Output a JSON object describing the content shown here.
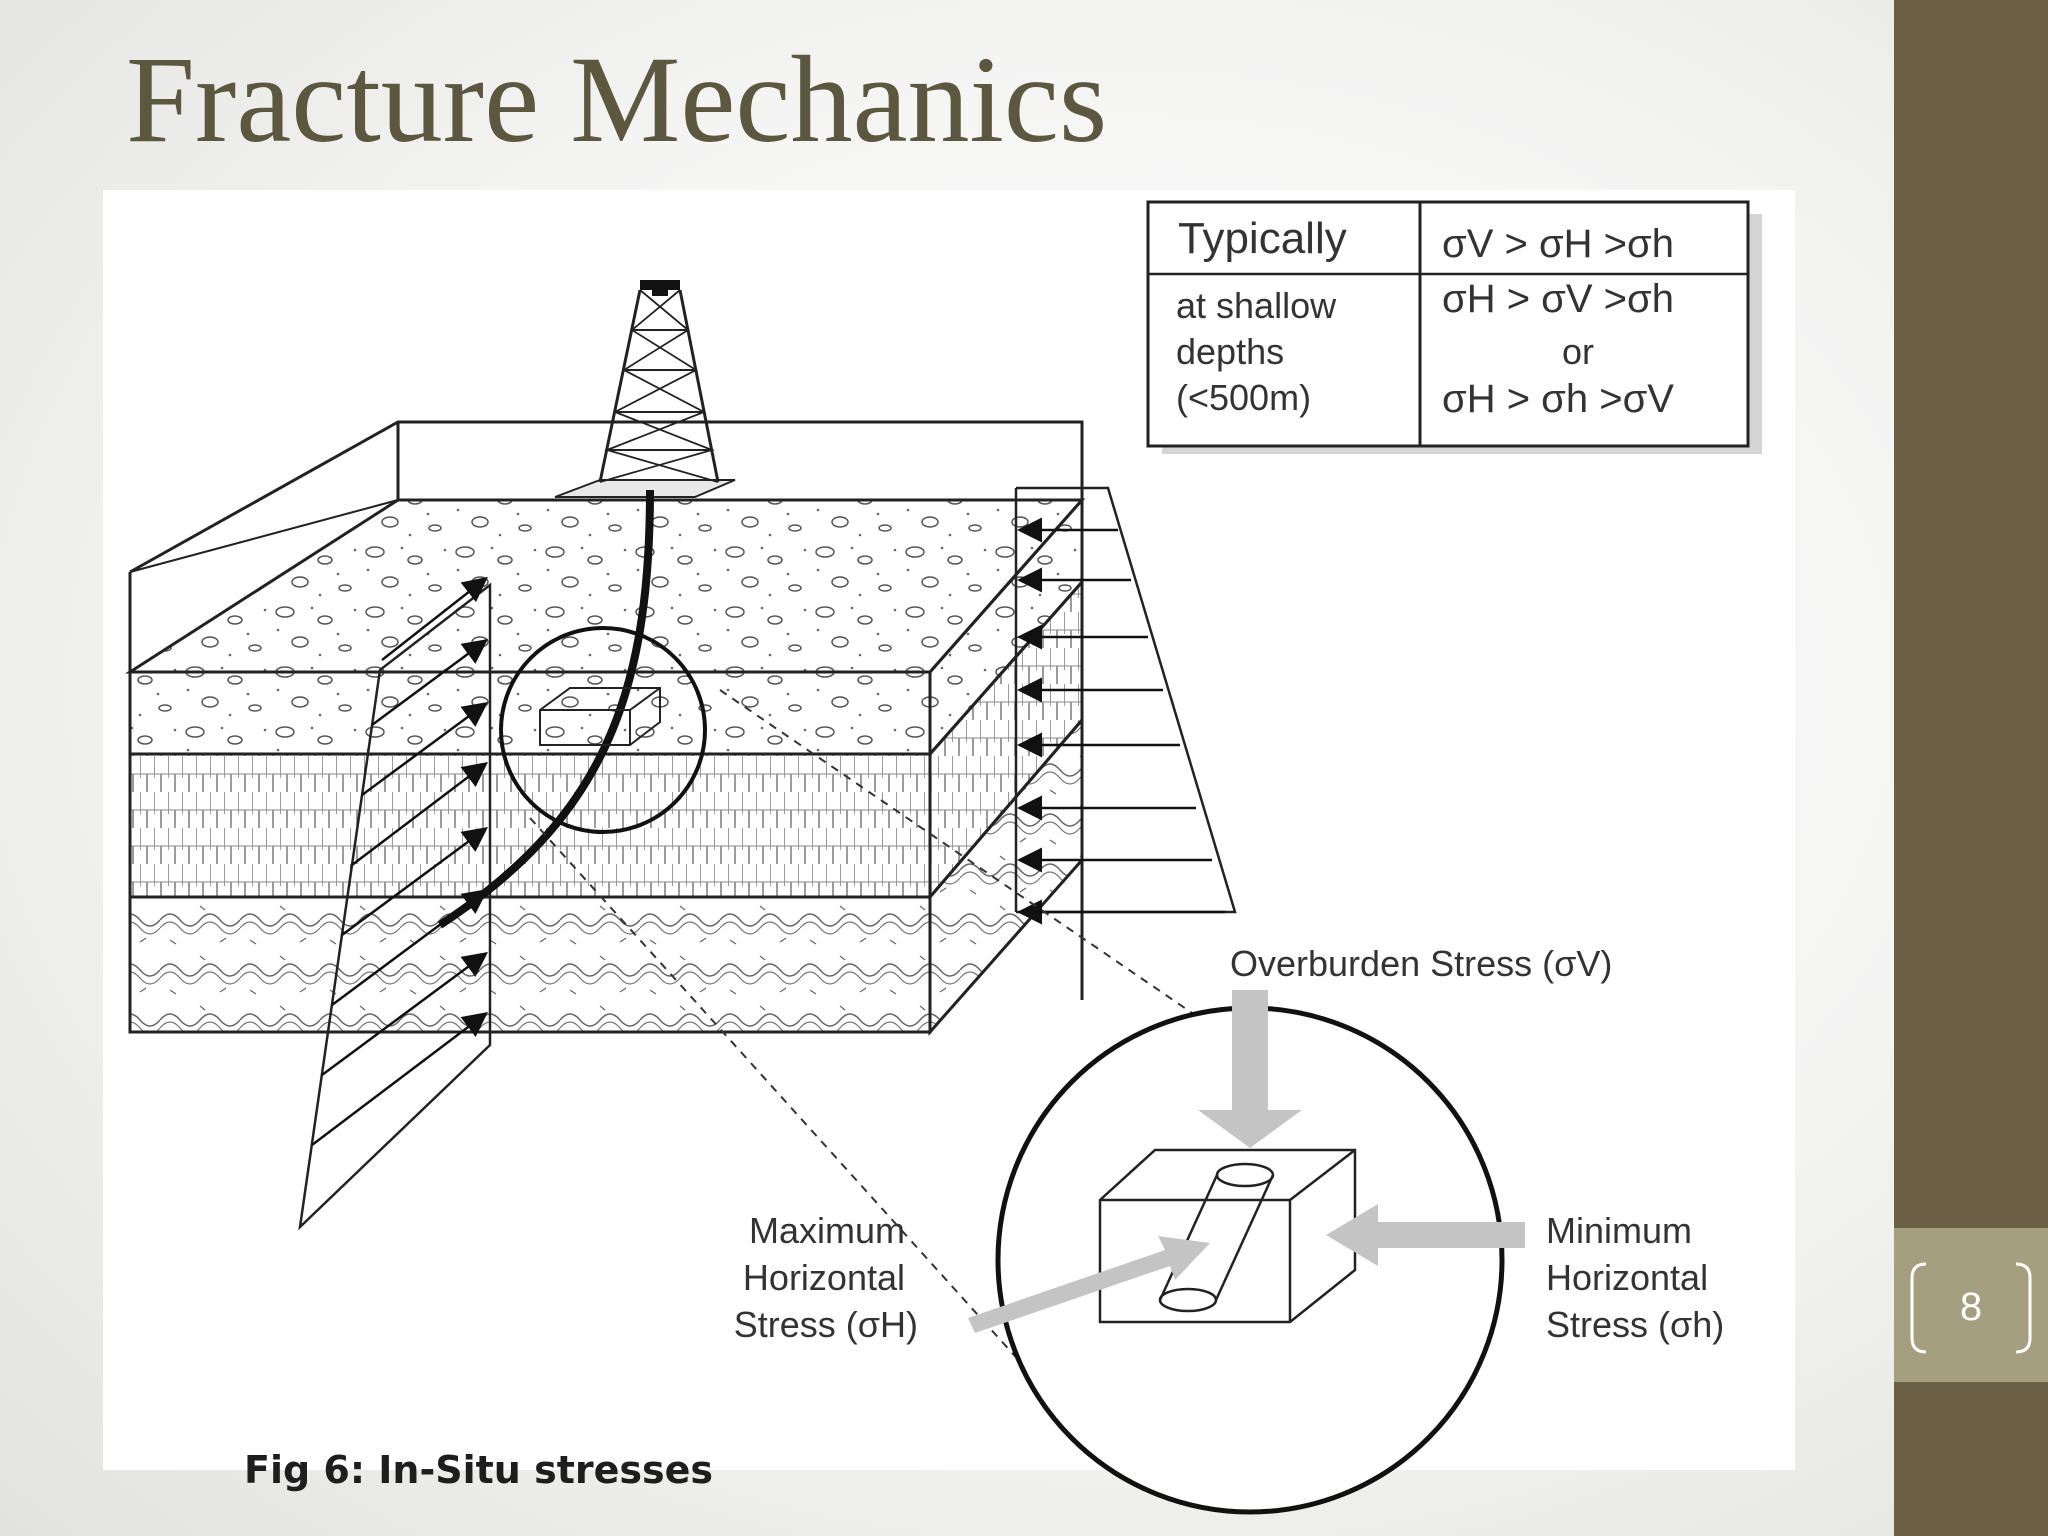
{
  "slide": {
    "title": "Fracture Mechanics",
    "caption": "Fig 6: In-Situ stresses",
    "page_number": "8"
  },
  "stress_table": {
    "rows": [
      {
        "condition": "Typically",
        "relation": "σV > σH >σh"
      },
      {
        "condition_lines": [
          "at shallow",
          "depths",
          "(<500m)"
        ],
        "relation_lines": [
          "σH > σV >σh",
          "or",
          "σH > σh >σV"
        ]
      }
    ]
  },
  "labels": {
    "overburden": "Overburden Stress (σV)",
    "maximum_horizontal": [
      "Maximum",
      "Horizontal",
      "Stress (σH)"
    ],
    "minimum_horizontal": [
      "Minimum",
      "Horizontal",
      "Stress (σh)"
    ]
  },
  "colors": {
    "title": "#5c573f",
    "sidebar": "#6b5f45",
    "page_number_box": "#a49f7e"
  }
}
